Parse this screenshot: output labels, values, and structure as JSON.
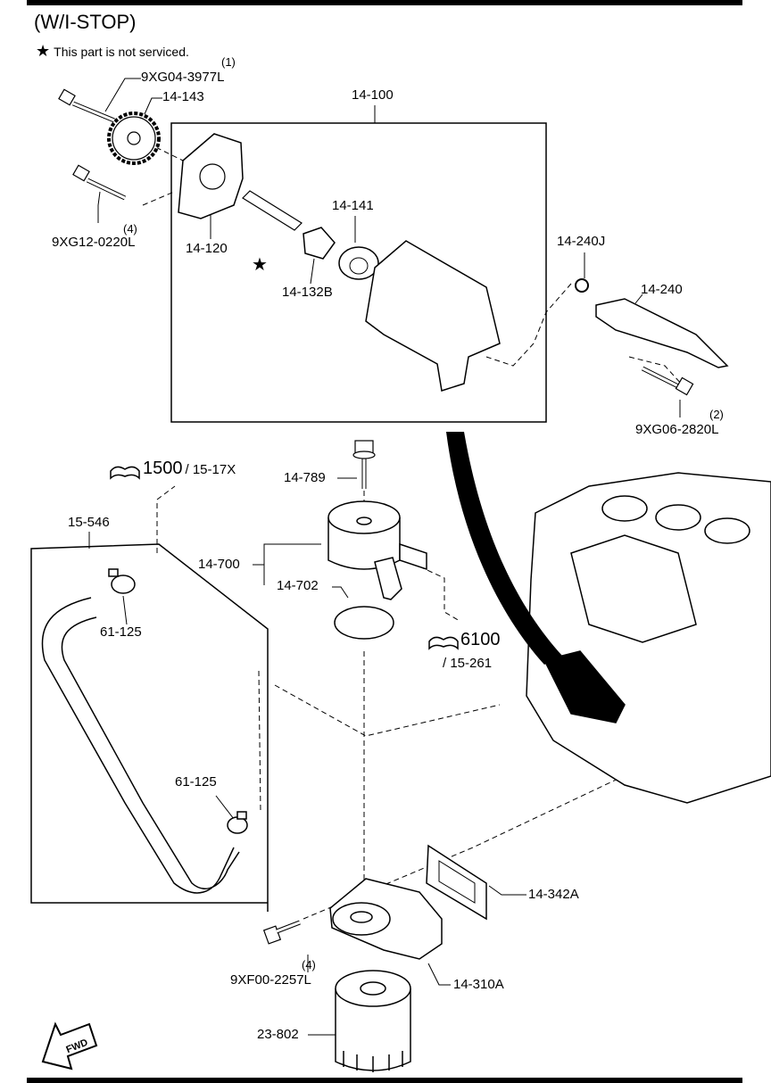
{
  "header": {
    "title": "(W/I-STOP)",
    "note_symbol": "★",
    "note_text": "This part is not serviced."
  },
  "callouts": {
    "c_9xg04": "9XG04-3977L",
    "c_9xg04_qty": "(1)",
    "c_14143": "14-143",
    "c_14100": "14-100",
    "c_9xg12": "9XG12-0220L",
    "c_9xg12_qty": "(4)",
    "c_14120": "14-120",
    "c_14141": "14-141",
    "c_14132b": "14-132B",
    "c_14240j": "14-240J",
    "c_14240": "14-240",
    "c_9xg06": "9XG06-2820L",
    "c_9xg06_qty": "(2)",
    "c_14789": "14-789",
    "c_15546": "15-546",
    "c_14700": "14-700",
    "c_14702": "14-702",
    "c_61125a": "61-125",
    "c_61125b": "61-125",
    "c_14342a": "14-342A",
    "c_9xf00": "9XF00-2257L",
    "c_9xf00_qty": "(4)",
    "c_14310a": "14-310A",
    "c_23802": "23-802"
  },
  "references": {
    "ref1_main": "1500",
    "ref1_sub": "/ 15-17X",
    "ref2_main": "6100",
    "ref2_sub": "/ 15-261"
  },
  "symbols": {
    "star": "★",
    "fwd": "FWD"
  }
}
